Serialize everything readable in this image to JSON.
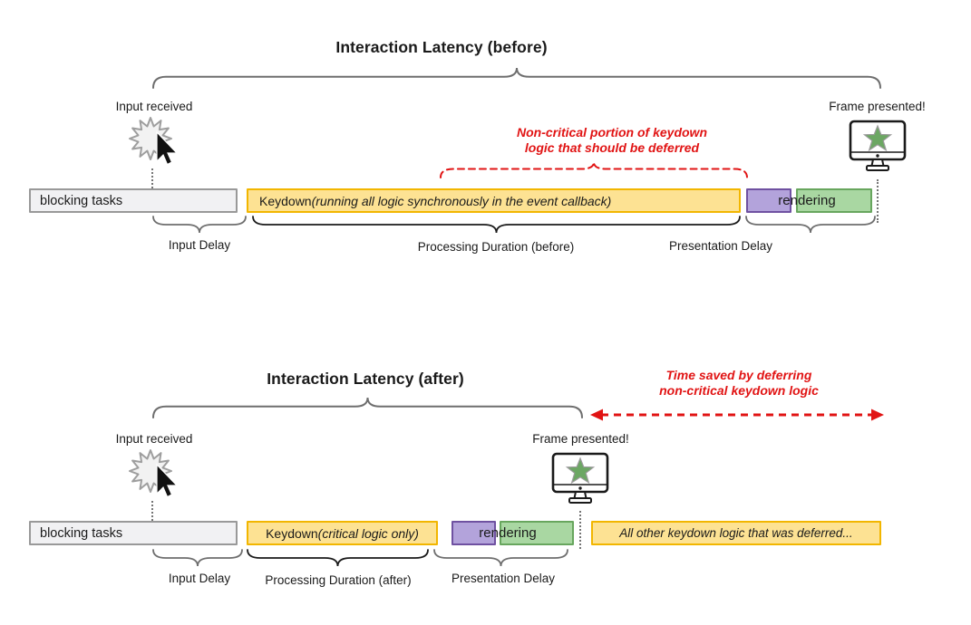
{
  "colors": {
    "yellow_fill": "#FDE293",
    "yellow_border": "#F2B600",
    "purple_fill": "#B3A3DB",
    "purple_border": "#6F51A1",
    "green_fill": "#A9D7A2",
    "green_border": "#68A65E",
    "gray_fill": "#F1F1F3",
    "gray_border": "#999999",
    "annotation_red": "#E11414",
    "brace_gray": "#6E6E6E",
    "brace_black": "#1A1A1A",
    "star_green": "#6CA763"
  },
  "before": {
    "title": "Interaction Latency (before)",
    "input_received": "Input received",
    "frame_presented": "Frame presented!",
    "annotation": {
      "line1": "Non-critical portion of keydown",
      "line2": "logic that should be deferred"
    },
    "bars": {
      "blocking": "blocking tasks",
      "keydown_prefix": "Keydown ",
      "keydown_italic": "(running all logic synchronously in the event callback)",
      "rendering": "rendering"
    },
    "braces": {
      "input_delay": "Input Delay",
      "processing": "Processing Duration (before)",
      "presentation": "Presentation Delay"
    }
  },
  "after": {
    "title": "Interaction Latency (after)",
    "input_received": "Input received",
    "frame_presented": "Frame presented!",
    "annotation": {
      "line1": "Time saved by deferring",
      "line2": "non-critical keydown logic"
    },
    "bars": {
      "blocking": "blocking tasks",
      "keydown_prefix": "Keydown ",
      "keydown_italic": "(critical logic only)",
      "rendering": "rendering",
      "deferred": "All other keydown logic that was deferred..."
    },
    "braces": {
      "input_delay": "Input Delay",
      "processing": "Processing Duration (after)",
      "presentation": "Presentation Delay"
    }
  }
}
